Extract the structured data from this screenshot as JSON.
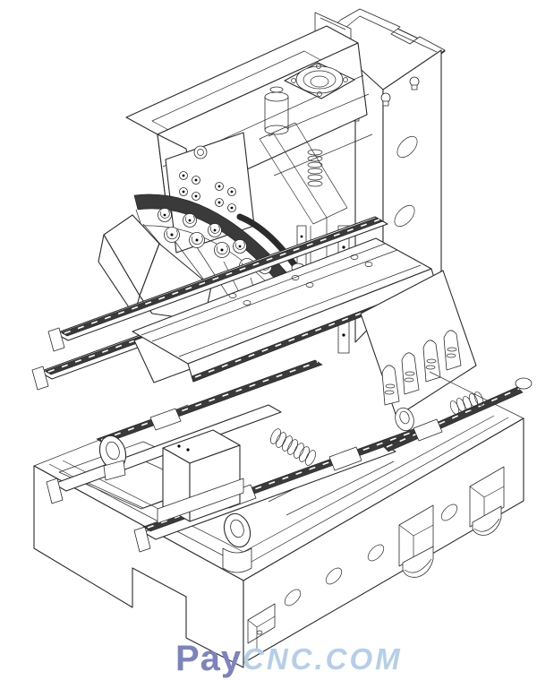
{
  "figure": {
    "type": "isometric-cad-line-drawing",
    "watermark": {
      "brand": "Pay",
      "suffix": "CNC.COM"
    }
  },
  "colors": {
    "background": "#ffffff",
    "line": "#2b2b2b",
    "rail_fill": "#3a3a3a",
    "carousel_band": "#3a3a3a",
    "watermark_brand": "#7d84bd",
    "watermark_suffix": "#b5cfe9"
  }
}
